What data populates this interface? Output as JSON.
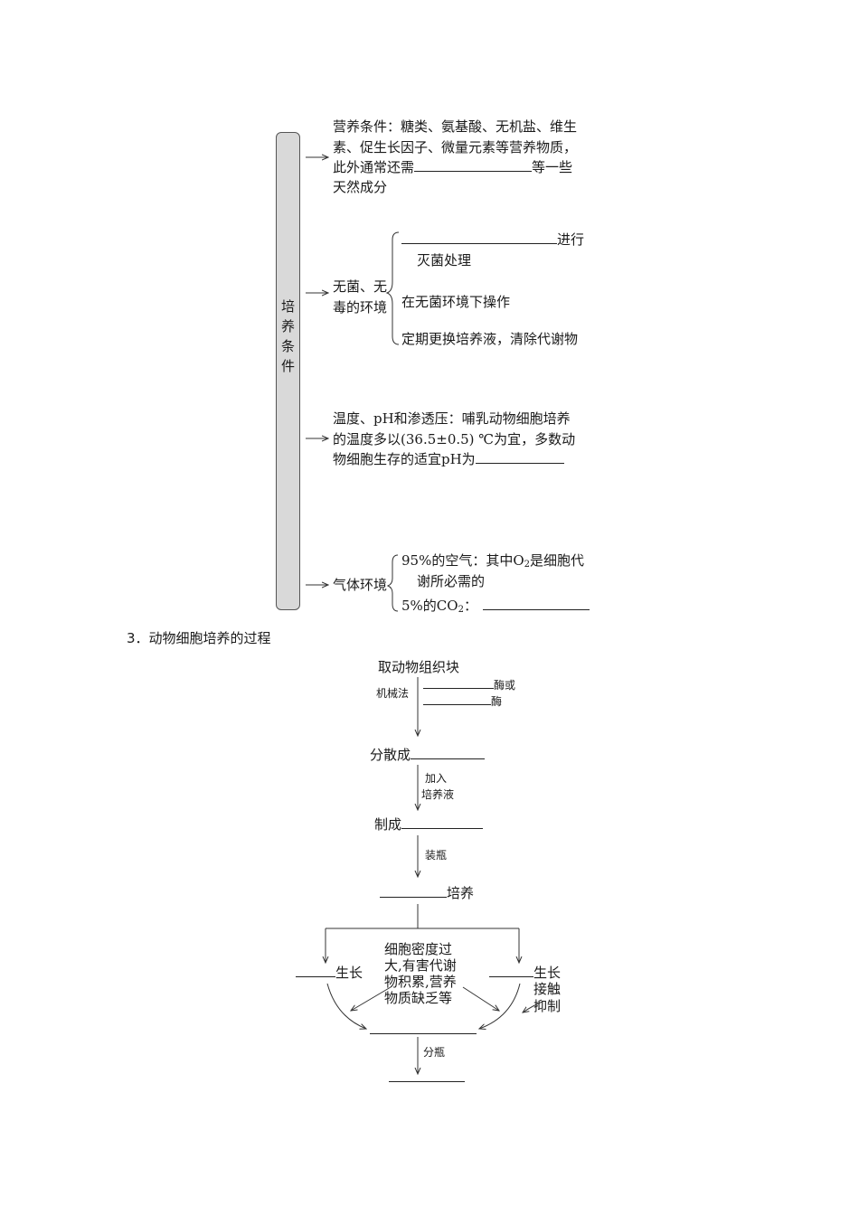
{
  "tree": {
    "root_label": "培养条件",
    "nutrition": {
      "line1": "营养条件：糖类、氨基酸、无机盐、维生",
      "line2": "素、促生长因子、微量元素等营养物质，",
      "line3_before": "此外通常还需",
      "line3_after": "等一些",
      "line4": "天然成分"
    },
    "sterile": {
      "label_line1": "无菌、无",
      "label_line2": "毒的环境",
      "item1_after": "进行",
      "item1_line2": "灭菌处理",
      "item2": "在无菌环境下操作",
      "item3": "定期更换培养液，清除代谢物"
    },
    "temperature": {
      "line1": "温度、pH和渗透压：哺乳动物细胞培养",
      "line2": "的温度多以(36.5±0.5) ℃为宜，多数动",
      "line3_before": "物细胞生存的适宜pH为"
    },
    "gas": {
      "label": "气体环境",
      "item1_a": "95%的空气：其中O",
      "item1_sub": "2",
      "item1_b": "是细胞代",
      "item1_line2": "谢所必需的",
      "item2_a": "5%的CO",
      "item2_sub": "2",
      "item2_b": "："
    }
  },
  "section": {
    "heading": "3．动物细胞培养的过程"
  },
  "flow": {
    "step1": "取动物组织块",
    "method_label": "机械法",
    "enzyme1": "酶或",
    "enzyme2": "酶",
    "step2": "分散成",
    "add_line1": "加入",
    "add_line2": "培养液",
    "step3": "制成",
    "bottle": "装瓶",
    "step4_after": "培养",
    "left_growth": "生长",
    "right_growth": "生长",
    "center_line1": "细胞密度过",
    "center_line2": "大,有害代谢",
    "center_line3": "物积累,营养",
    "center_line4": "物质缺乏等",
    "inhibit_line1": "接触",
    "inhibit_line2": "抑制",
    "split": "分瓶"
  }
}
